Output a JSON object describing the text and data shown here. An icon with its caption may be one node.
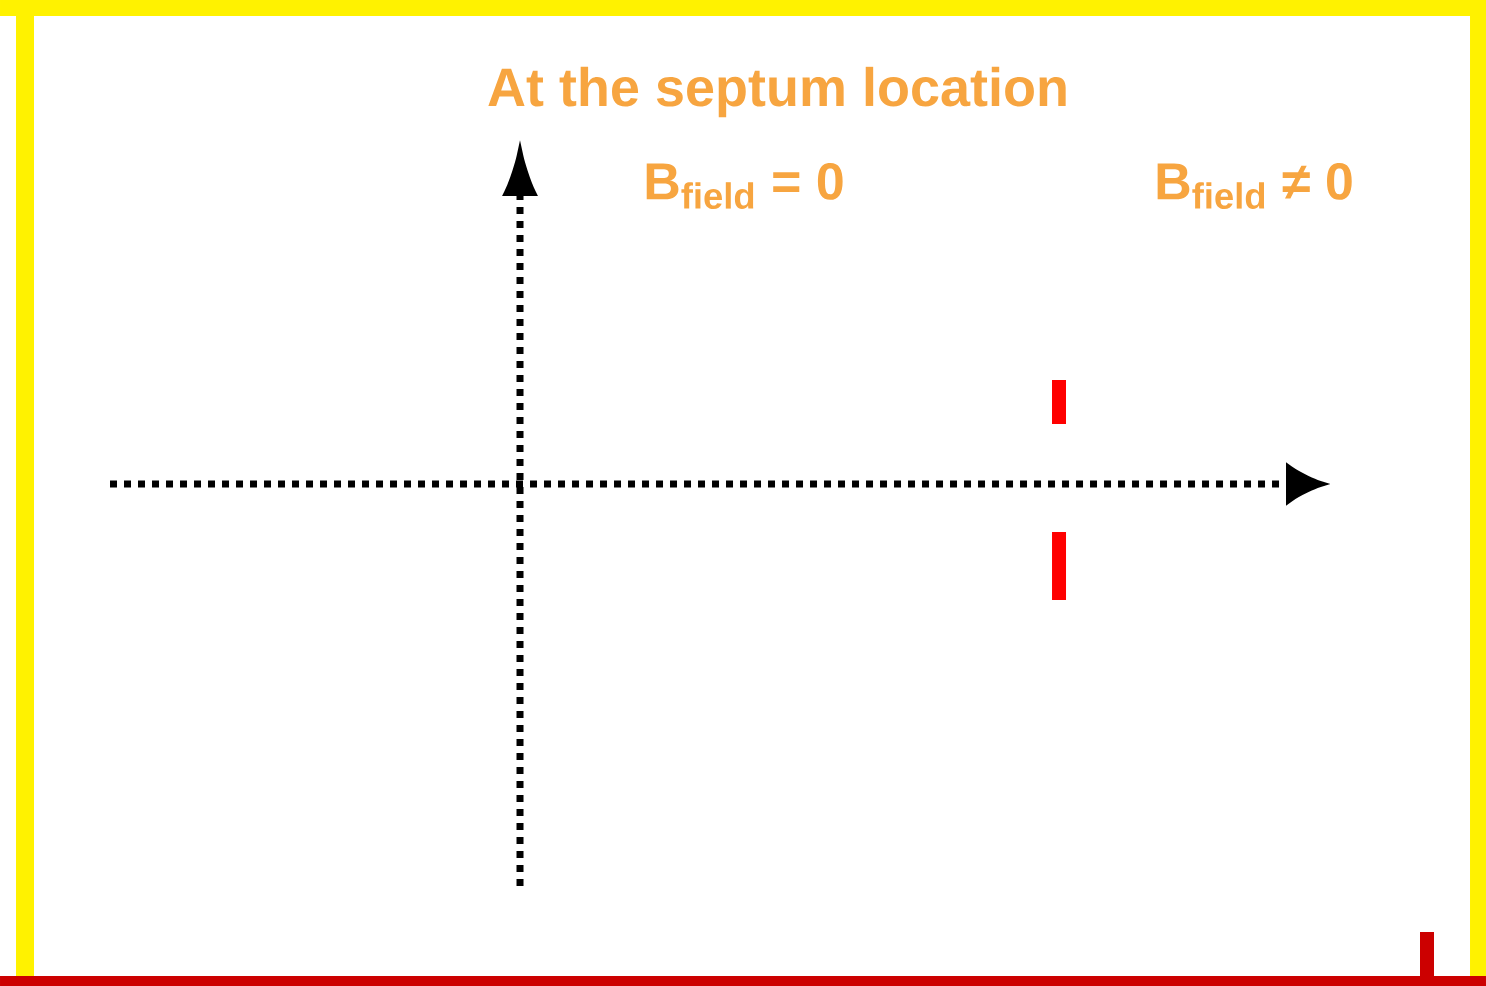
{
  "diagram": {
    "title": "At the septum location",
    "labels": [
      "B$_{field}$ = 0",
      "B$_{field}$ ≠ 0"
    ]
  }
}
